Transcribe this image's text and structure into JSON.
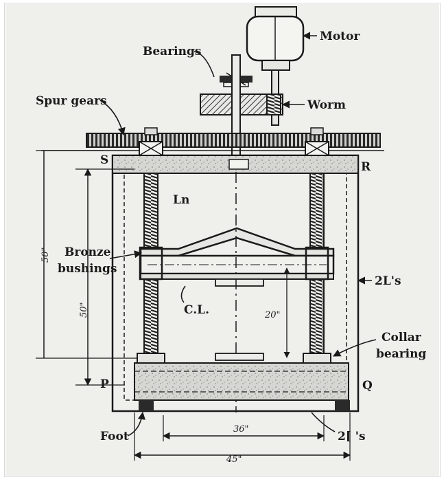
{
  "labels": {
    "bearings": "Bearings",
    "motor": "Motor",
    "spur_gears": "Spur gears",
    "worm": "Worm",
    "bronze_bushings_line1": "Bronze",
    "bronze_bushings_line2": "bushings",
    "two_angles_right": "2L's",
    "collar_bearing_line1": "Collar",
    "collar_bearing_line2": "bearing",
    "foot": "Foot",
    "two_channels": "2[ 's",
    "channel_top": "Ln",
    "centerline": "C.L."
  },
  "points": {
    "s": "S",
    "r": "R",
    "p": "P",
    "q": "Q"
  },
  "dimensions": {
    "height_outer": "50\"",
    "height_inner": "50\"",
    "stroke": "20\"",
    "span_inner": "36\"",
    "span_outer": "45\""
  },
  "colors": {
    "ink": "#1a1a1a",
    "paper": "#efefec",
    "texture": "#9a9a9a"
  }
}
